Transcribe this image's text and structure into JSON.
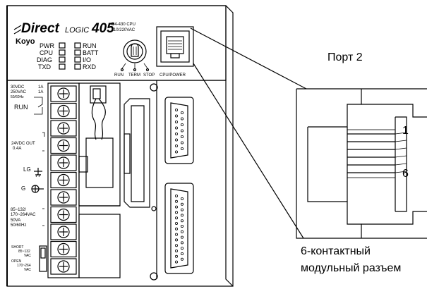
{
  "plc": {
    "brand_direct": "Direct",
    "brand_logic": "LOGIC",
    "brand_model": "405",
    "brand_maker": "Koyo",
    "cpu_model": "D4-430 CPU",
    "cpu_voltage": "110/220VAC",
    "leds_left": [
      "PWR",
      "CPU",
      "DIAG",
      "TXD"
    ],
    "leds_right": [
      "RUN",
      "BATT",
      "I/O",
      "RXD"
    ],
    "switch_positions": [
      "RUN",
      "TERM",
      "STOP"
    ],
    "port_label": "CPU/POWER",
    "relay_rating_1": "30VDC",
    "relay_rating_1b": "1A",
    "relay_rating_2": "250VAC",
    "relay_rating_2b": "1A",
    "relay_rating_3": "50/60Hz",
    "run_label": "RUN",
    "dc_out_1": "24VDC OUT",
    "dc_out_2": "0.4A",
    "lg_label": "LG",
    "g_label": "G",
    "ac_in_1": "85~132/",
    "ac_in_2": "170~264VAC",
    "ac_in_3": "50VA",
    "ac_in_4": "50/60Hz",
    "short_label": "SHORT",
    "short_range": "85~132",
    "short_vac": "VAC",
    "open_label": "OPEN",
    "open_range": "170~264",
    "open_vac": "VAC"
  },
  "callout": {
    "port_title": "Порт 2",
    "pin_first": "1",
    "pin_last": "6",
    "caption_line1": "6-контактный",
    "caption_line2": "модульный разъем"
  },
  "colors": {
    "line": "#000000",
    "background": "#ffffff"
  },
  "icons": [
    "screw-terminal-icon",
    "ground-icon",
    "chassis-ground-icon",
    "key-switch-icon",
    "modular-jack-icon",
    "d-sub-connector-icon"
  ]
}
